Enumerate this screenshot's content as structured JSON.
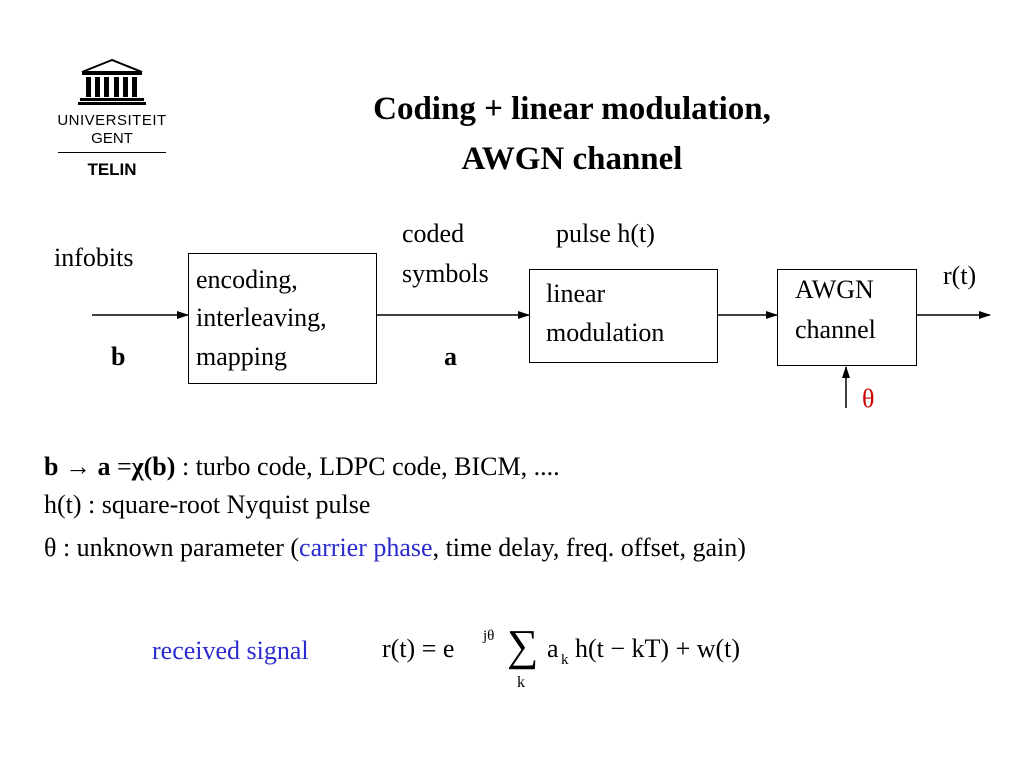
{
  "logo": {
    "line1": "UNIVERSITEIT",
    "line2": "GENT",
    "line3": "TELIN"
  },
  "title": {
    "line1": "Coding + linear modulation,",
    "line2": "AWGN channel"
  },
  "diagram": {
    "input_label": "infobits",
    "input_symbol": "b",
    "encoder_lines": [
      "encoding,",
      "interleaving,",
      "mapping"
    ],
    "coded_label_line1": "coded",
    "coded_label_line2": "symbols",
    "coded_symbol": "a",
    "pulse_label": "pulse h(t)",
    "modulator_lines": [
      "linear",
      "modulation"
    ],
    "channel_lines": [
      "AWGN",
      "channel"
    ],
    "output_label": "r(t)",
    "theta": "θ"
  },
  "notes": {
    "line1_b": "b",
    "line1_arrow": "→",
    "line1_a": "a",
    "line1_eq": "=",
    "line1_chi": "χ(b)",
    "line1_rest": " : turbo code, LDPC code, BICM, ....",
    "line2": "h(t) : square-root Nyquist pulse",
    "line3_pre": "θ : unknown parameter (",
    "line3_blue": "carrier phase",
    "line3_post": ", time delay, freq. offset, gain)"
  },
  "formula": {
    "label": "received signal",
    "lhs": "r(t) = e",
    "exp": "jθ",
    "sum": "∑",
    "sum_index": "k",
    "term_a": "a",
    "term_a_sub": "k",
    "term_rest": "h(t − kT)  +  w(t)"
  },
  "colors": {
    "accent_blue": "#2b2bcf",
    "theta_red": "#cc0000"
  }
}
